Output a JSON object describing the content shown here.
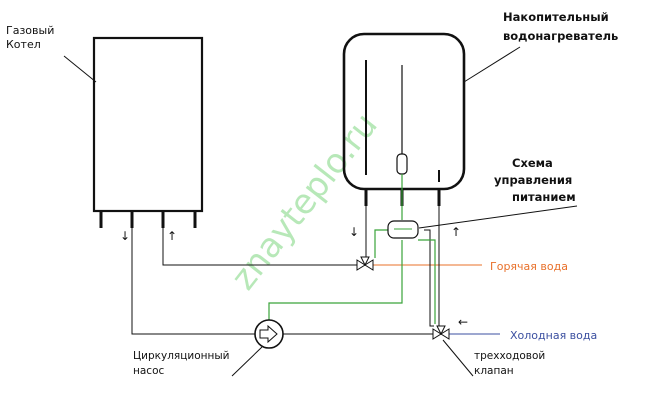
{
  "labels": {
    "boiler_line1": "Газовый",
    "boiler_line2": "Котел",
    "heater_line1": "Накопительный",
    "heater_line2": "водонагреватель",
    "control_line1": "Схема",
    "control_line2": "управления",
    "control_line3": "питанием",
    "hot_water": "Горячая вода",
    "cold_water": "Холодная вода",
    "pump_line1": "Циркуляционный",
    "pump_line2": "насос",
    "valve_line1": "трехходовой",
    "valve_line2": "клапан"
  },
  "arrows": {
    "down": "↓",
    "up": "↑",
    "left": "←"
  },
  "watermark": "znayteplo.ru",
  "colors": {
    "line": "#111111",
    "control_wire": "#3aa33a",
    "hot_water": "#e8702a",
    "cold_water": "#3b4fa0",
    "watermark": "#9fe0a0"
  }
}
